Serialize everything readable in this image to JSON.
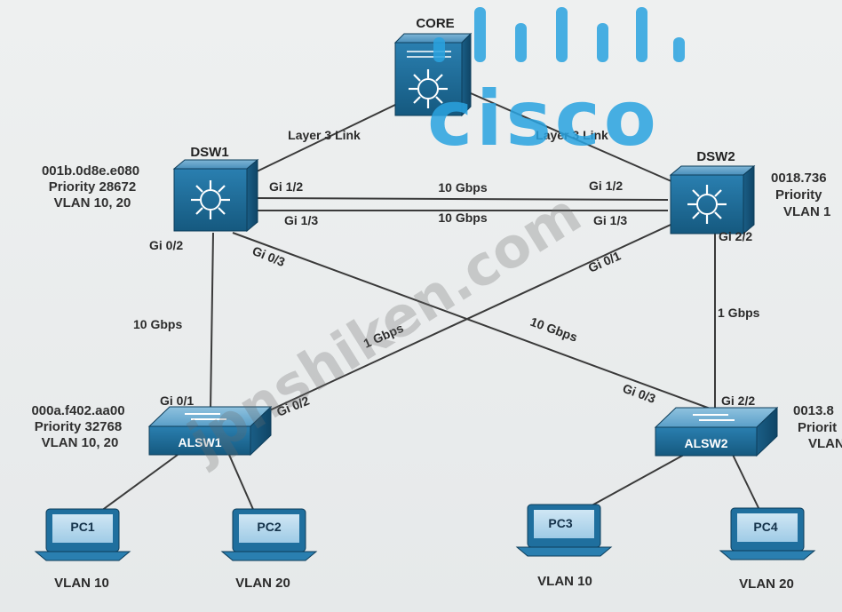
{
  "logo": {
    "text": "cisco",
    "color": "#2aa3e0"
  },
  "watermark": {
    "text": "jpnshiken.com"
  },
  "devices": {
    "core": {
      "name": "CORE"
    },
    "dsw1": {
      "name": "DSW1",
      "mac": "001b.0d8e.e080",
      "priority": "Priority 28672",
      "vlans": "VLAN 10, 20"
    },
    "dsw2": {
      "name": "DSW2",
      "mac": "0018.736",
      "priority": "Priority",
      "vlans": "VLAN 1"
    },
    "alsw1": {
      "name": "ALSW1",
      "mac": "000a.f402.aa00",
      "priority": "Priority 32768",
      "vlans": "VLAN 10, 20"
    },
    "alsw2": {
      "name": "ALSW2",
      "mac": "0013.8",
      "priority": "Priorit",
      "vlans": "VLAN"
    }
  },
  "pcs": [
    {
      "name": "PC1",
      "vlan": "VLAN 10"
    },
    {
      "name": "PC2",
      "vlan": "VLAN 20"
    },
    {
      "name": "PC3",
      "vlan": "VLAN 10"
    },
    {
      "name": "PC4",
      "vlan": "VLAN 20"
    }
  ],
  "links": {
    "core_dsw1": "Layer 3 Link",
    "core_dsw2": "Layer 3 Link",
    "dsw1_gi12": "Gi 1/2",
    "dsw1_gi13": "Gi 1/3",
    "dsw2_gi12": "Gi 1/2",
    "dsw2_gi13": "Gi 1/3",
    "speed_top1": "10 Gbps",
    "speed_top2": "10 Gbps",
    "dsw1_gi02": "Gi 0/2",
    "dsw1_gi03": "Gi 0/3",
    "dsw2_gi01": "Gi 0/1",
    "dsw2_gi22": "Gi 2/2",
    "speed_left": "10 Gbps",
    "speed_right": "1 Gbps",
    "speed_cross1": "1 Gbps",
    "speed_cross2": "10 Gbps",
    "alsw1_gi01": "Gi 0/1",
    "alsw1_gi02": "Gi 0/2",
    "alsw2_gi03": "Gi 0/3",
    "alsw2_gi22": "Gi 2/2"
  },
  "colors": {
    "device_blue": "#1f6f9e",
    "link": "#3a3a3a"
  }
}
